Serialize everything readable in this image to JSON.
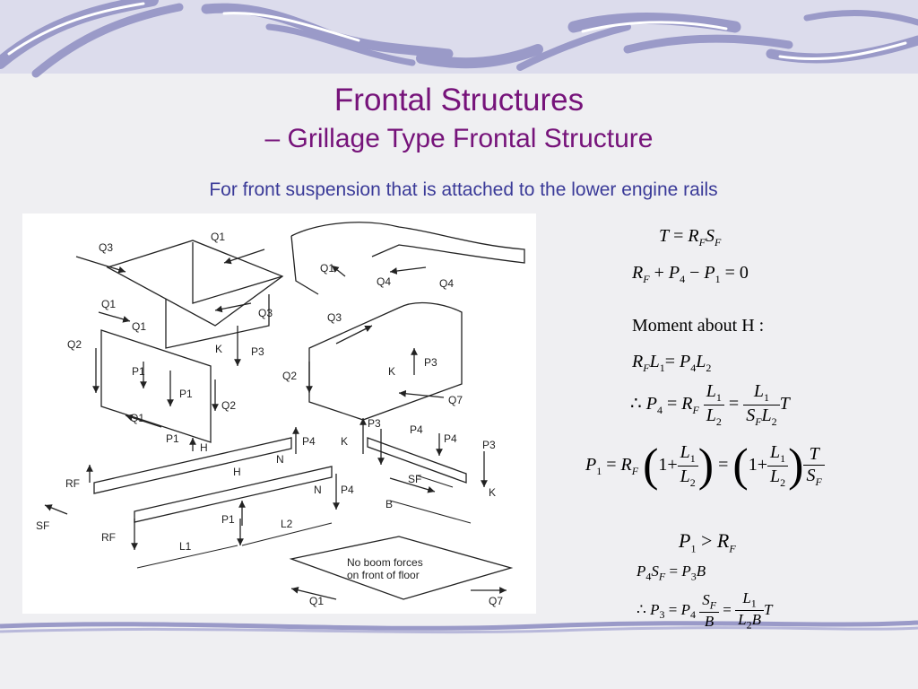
{
  "title": "Frontal Structures",
  "subtitle": "– Grillage Type Frontal Structure",
  "description": "For front suspension that is attached to the lower engine rails",
  "diagram": {
    "labels": {
      "q3a": "Q3",
      "q1a": "Q1",
      "q1b": "Q1",
      "q4a": "Q4",
      "q4b": "Q4",
      "q1c": "Q1",
      "q1d": "Q1",
      "q3b": "Q3",
      "q3c": "Q3",
      "q2a": "Q2",
      "p1a": "P1",
      "p1b": "P1",
      "q2b": "Q2",
      "ka": "K",
      "p3a": "P3",
      "q1e": "Q1",
      "q2c": "Q2",
      "kb": "K",
      "p3b": "P3",
      "q7a": "Q7",
      "p1c": "P1",
      "ha": "H",
      "p4a": "P4",
      "kc": "K",
      "p3c": "P3",
      "p4b": "P4",
      "p4c": "P4",
      "p3d": "P3",
      "na": "N",
      "hb": "H",
      "rfa": "RF",
      "nb": "N",
      "p4d": "P4",
      "sfa": "SF",
      "kd": "K",
      "ba": "B",
      "p1d": "P1",
      "l2": "L2",
      "sfb": "SF",
      "rfb": "RF",
      "l1": "L1",
      "q1f": "Q1",
      "q7b": "Q7"
    },
    "note_line1": "No boom forces",
    "note_line2": "on front of floor"
  },
  "equations": {
    "moment_label": "Moment about H :",
    "cmp": "P1 > RF"
  },
  "colors": {
    "title": "#76137a",
    "subtitle": "#3a3a98",
    "swirl": "#9a9ac8"
  }
}
